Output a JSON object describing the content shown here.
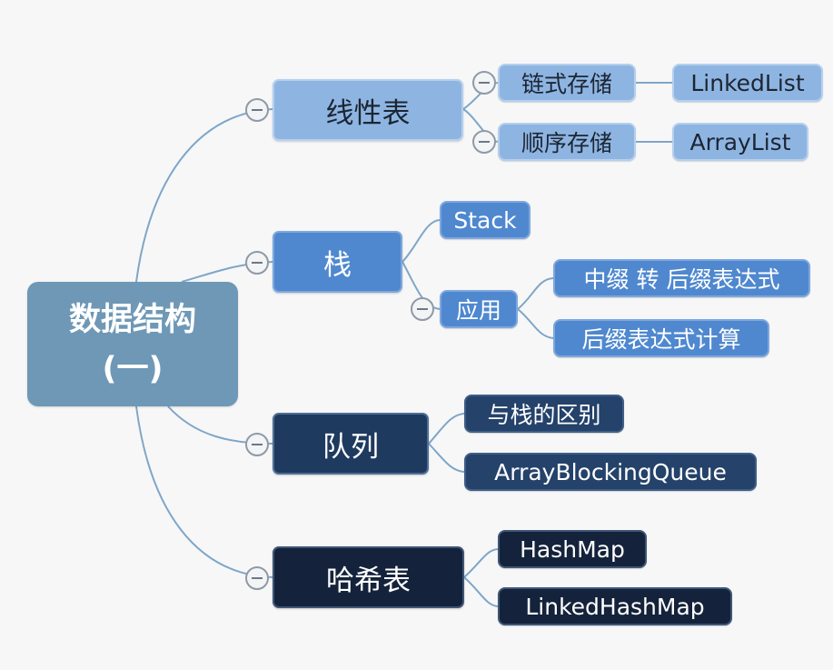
{
  "root": {
    "line1": "数据结构",
    "line2": "(一)"
  },
  "branches": {
    "linear": {
      "label": "线性表",
      "linked": {
        "label": "链式存储",
        "impl": "LinkedList"
      },
      "sequential": {
        "label": "顺序存储",
        "impl": "ArrayList"
      }
    },
    "stack": {
      "label": "栈",
      "stack_class": "Stack",
      "application": {
        "label": "应用",
        "items": [
          "中缀 转 后缀表达式",
          "后缀表达式计算"
        ]
      }
    },
    "queue": {
      "label": "队列",
      "items": [
        "与栈的区别",
        "ArrayBlockingQueue"
      ]
    },
    "hash": {
      "label": "哈希表",
      "items": [
        "HashMap",
        "LinkedHashMap"
      ]
    }
  },
  "colors": {
    "root": "#6e98b6",
    "linear": "#8eb5e2",
    "stack": "#4f88cf",
    "queue": "#1e3a5f",
    "hash": "#14233b",
    "connector": "#7fa6c7"
  }
}
